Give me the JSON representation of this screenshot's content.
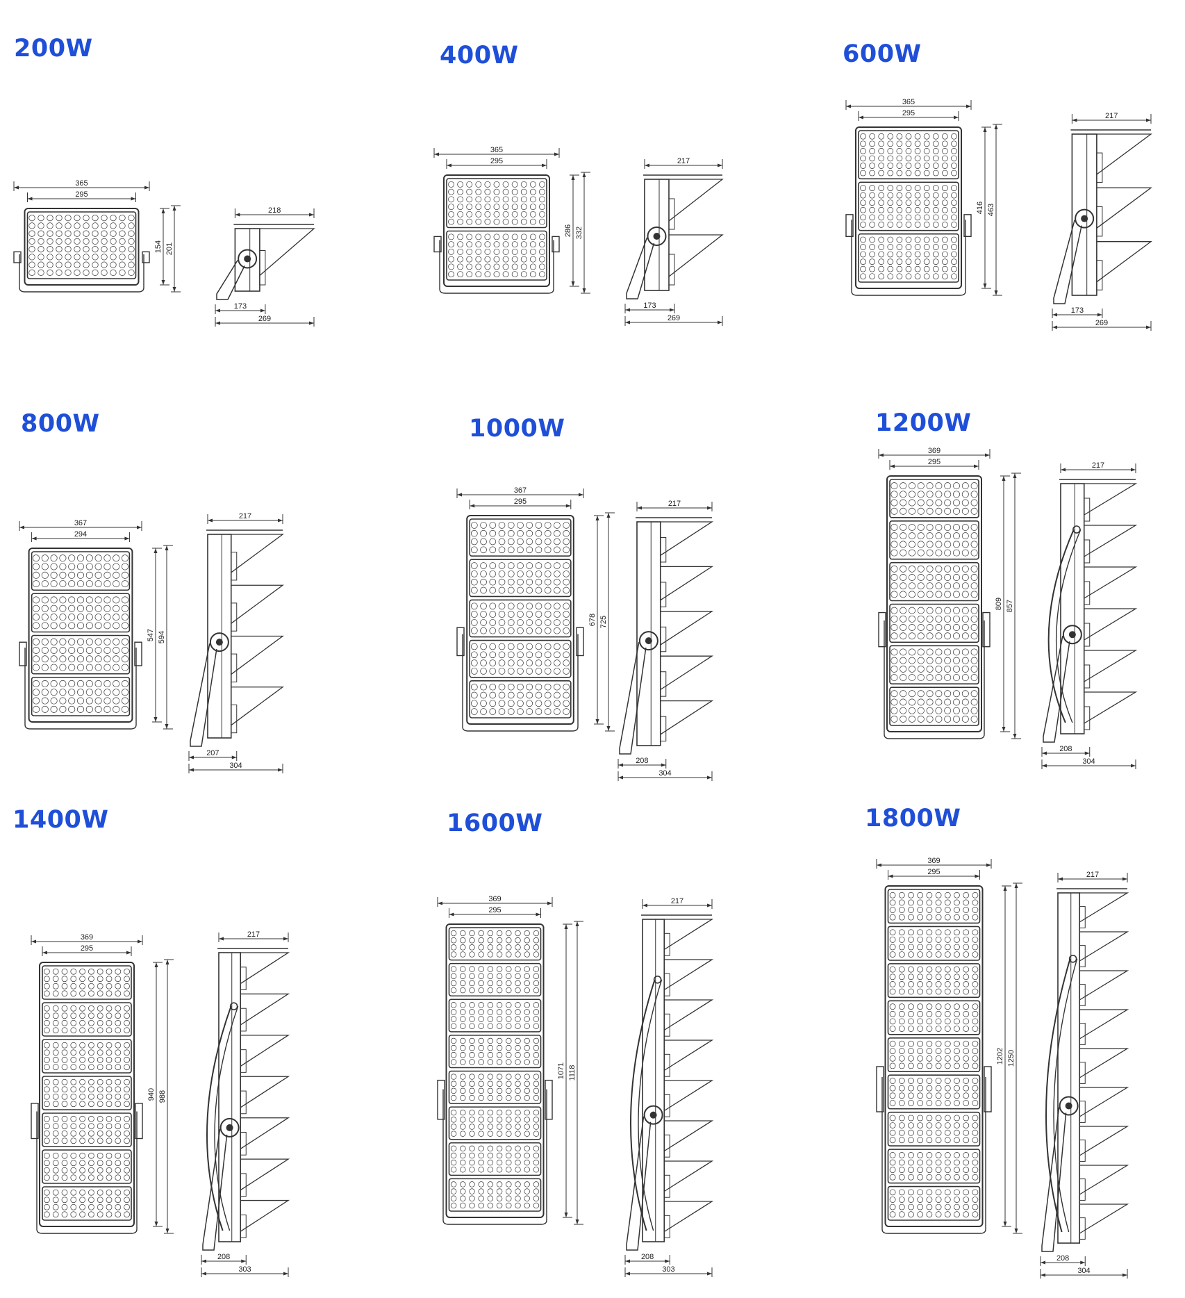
{
  "page": {
    "accent": "#1f4fd8",
    "line_color": "#333333"
  },
  "models": [
    {
      "title": "200W",
      "front": {
        "outer_w": "365",
        "inner_w": "295",
        "inner_h": "154",
        "outer_h": "201"
      },
      "side": {
        "top_w": "218",
        "inner_bottom": "173",
        "outer_bottom": "269"
      }
    },
    {
      "title": "400W",
      "front": {
        "outer_w": "365",
        "inner_w": "295",
        "inner_h": "286",
        "outer_h": "332"
      },
      "side": {
        "top_w": "217",
        "inner_bottom": "173",
        "outer_bottom": "269"
      }
    },
    {
      "title": "600W",
      "front": {
        "outer_w": "365",
        "inner_w": "295",
        "inner_h": "416",
        "outer_h": "463"
      },
      "side": {
        "top_w": "217",
        "inner_bottom": "173",
        "outer_bottom": "269"
      }
    },
    {
      "title": "800W",
      "front": {
        "outer_w": "367",
        "inner_w": "294",
        "inner_h": "547",
        "outer_h": "594"
      },
      "side": {
        "top_w": "217",
        "inner_bottom": "207",
        "outer_bottom": "304"
      }
    },
    {
      "title": "1000W",
      "front": {
        "outer_w": "367",
        "inner_w": "295",
        "inner_h": "678",
        "outer_h": "725"
      },
      "side": {
        "top_w": "217",
        "inner_bottom": "208",
        "outer_bottom": "304"
      }
    },
    {
      "title": "1200W",
      "front": {
        "outer_w": "369",
        "inner_w": "295",
        "inner_h": "809",
        "outer_h": "857"
      },
      "side": {
        "top_w": "217",
        "inner_bottom": "208",
        "outer_bottom": "304"
      }
    },
    {
      "title": "1400W",
      "front": {
        "outer_w": "369",
        "inner_w": "295",
        "inner_h": "940",
        "outer_h": "988"
      },
      "side": {
        "top_w": "217",
        "inner_bottom": "208",
        "outer_bottom": "303"
      }
    },
    {
      "title": "1600W",
      "front": {
        "outer_w": "369",
        "inner_w": "295",
        "inner_h": "1071",
        "outer_h": "1118"
      },
      "side": {
        "top_w": "217",
        "inner_bottom": "208",
        "outer_bottom": "303"
      }
    },
    {
      "title": "1800W",
      "front": {
        "outer_w": "369",
        "inner_w": "295",
        "inner_h": "1202",
        "outer_h": "1250"
      },
      "side": {
        "top_w": "217",
        "inner_bottom": "208",
        "outer_bottom": "304"
      }
    }
  ]
}
